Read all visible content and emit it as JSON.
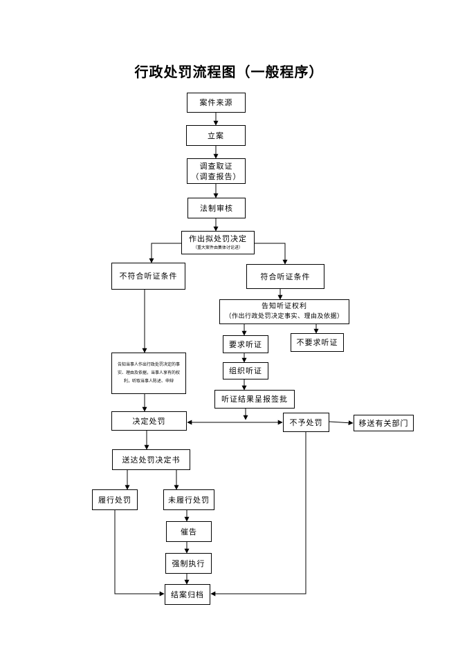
{
  "title": "行政处罚流程图（一般程序）",
  "nodes": {
    "case_source": "案件来源",
    "filing": "立案",
    "investigate": "调查取证",
    "investigate_sub": "（调查报告）",
    "legal_review": "法制审核",
    "proposed_decision": "作出拟处罚决定",
    "proposed_decision_sub": "（重大案件由集体讨论进）",
    "not_hearing": "不符合听证条件",
    "hearing_eligible": "符合听证条件",
    "notify_rights": "告知听证权利",
    "notify_rights_sub": "（作出行政处罚决定事实、理由及依据）",
    "request_hearing": "要求听证",
    "no_hearing": "不要求听证",
    "notify_party": "告知当事人作出行政处罚决定的事实、理由及依据，当事人享有的权利，听取当事人陈述、申辩",
    "organize_hearing": "组织听证",
    "hearing_result": "听证结果呈报签批",
    "decide_penalty": "决定处罚",
    "no_penalty": "不予处罚",
    "transfer": "移送有关部门",
    "serve_decision": "送达处罚决定书",
    "perform": "履行处罚",
    "not_perform": "未履行处罚",
    "urge": "催告",
    "enforce": "强制执行",
    "close_case": "结案归档"
  }
}
